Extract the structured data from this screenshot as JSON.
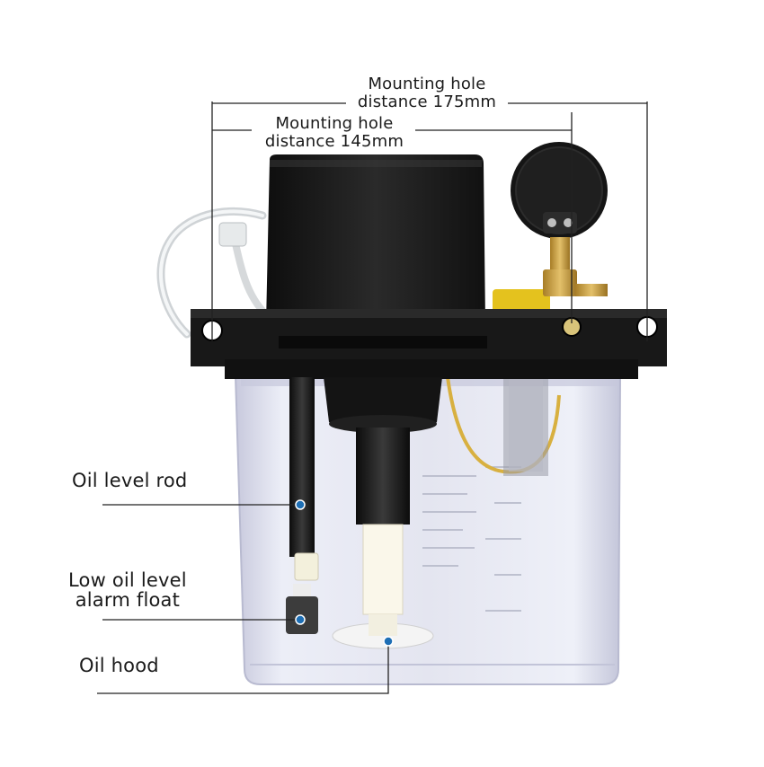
{
  "image": {
    "subject": "automatic lubrication oil pump with clear reservoir",
    "background": "#ffffff"
  },
  "dimensions": {
    "outer": {
      "line1": "Mounting hole",
      "line2": "distance 175mm"
    },
    "inner": {
      "line1": "Mounting hole",
      "line2": "distance 145mm"
    }
  },
  "callouts": [
    {
      "label": "Oil level rod"
    },
    {
      "label": "Low oil level",
      "label_line2": "alarm float"
    },
    {
      "label": "Oil hood"
    }
  ],
  "colors": {
    "pump_body": "#1b1b1b",
    "reservoir_tint": "#dfe0ef",
    "brass": "#c9a24a",
    "oil_tube": "#d8b040",
    "dot": "#1e6fb5",
    "leader": "#222222"
  }
}
